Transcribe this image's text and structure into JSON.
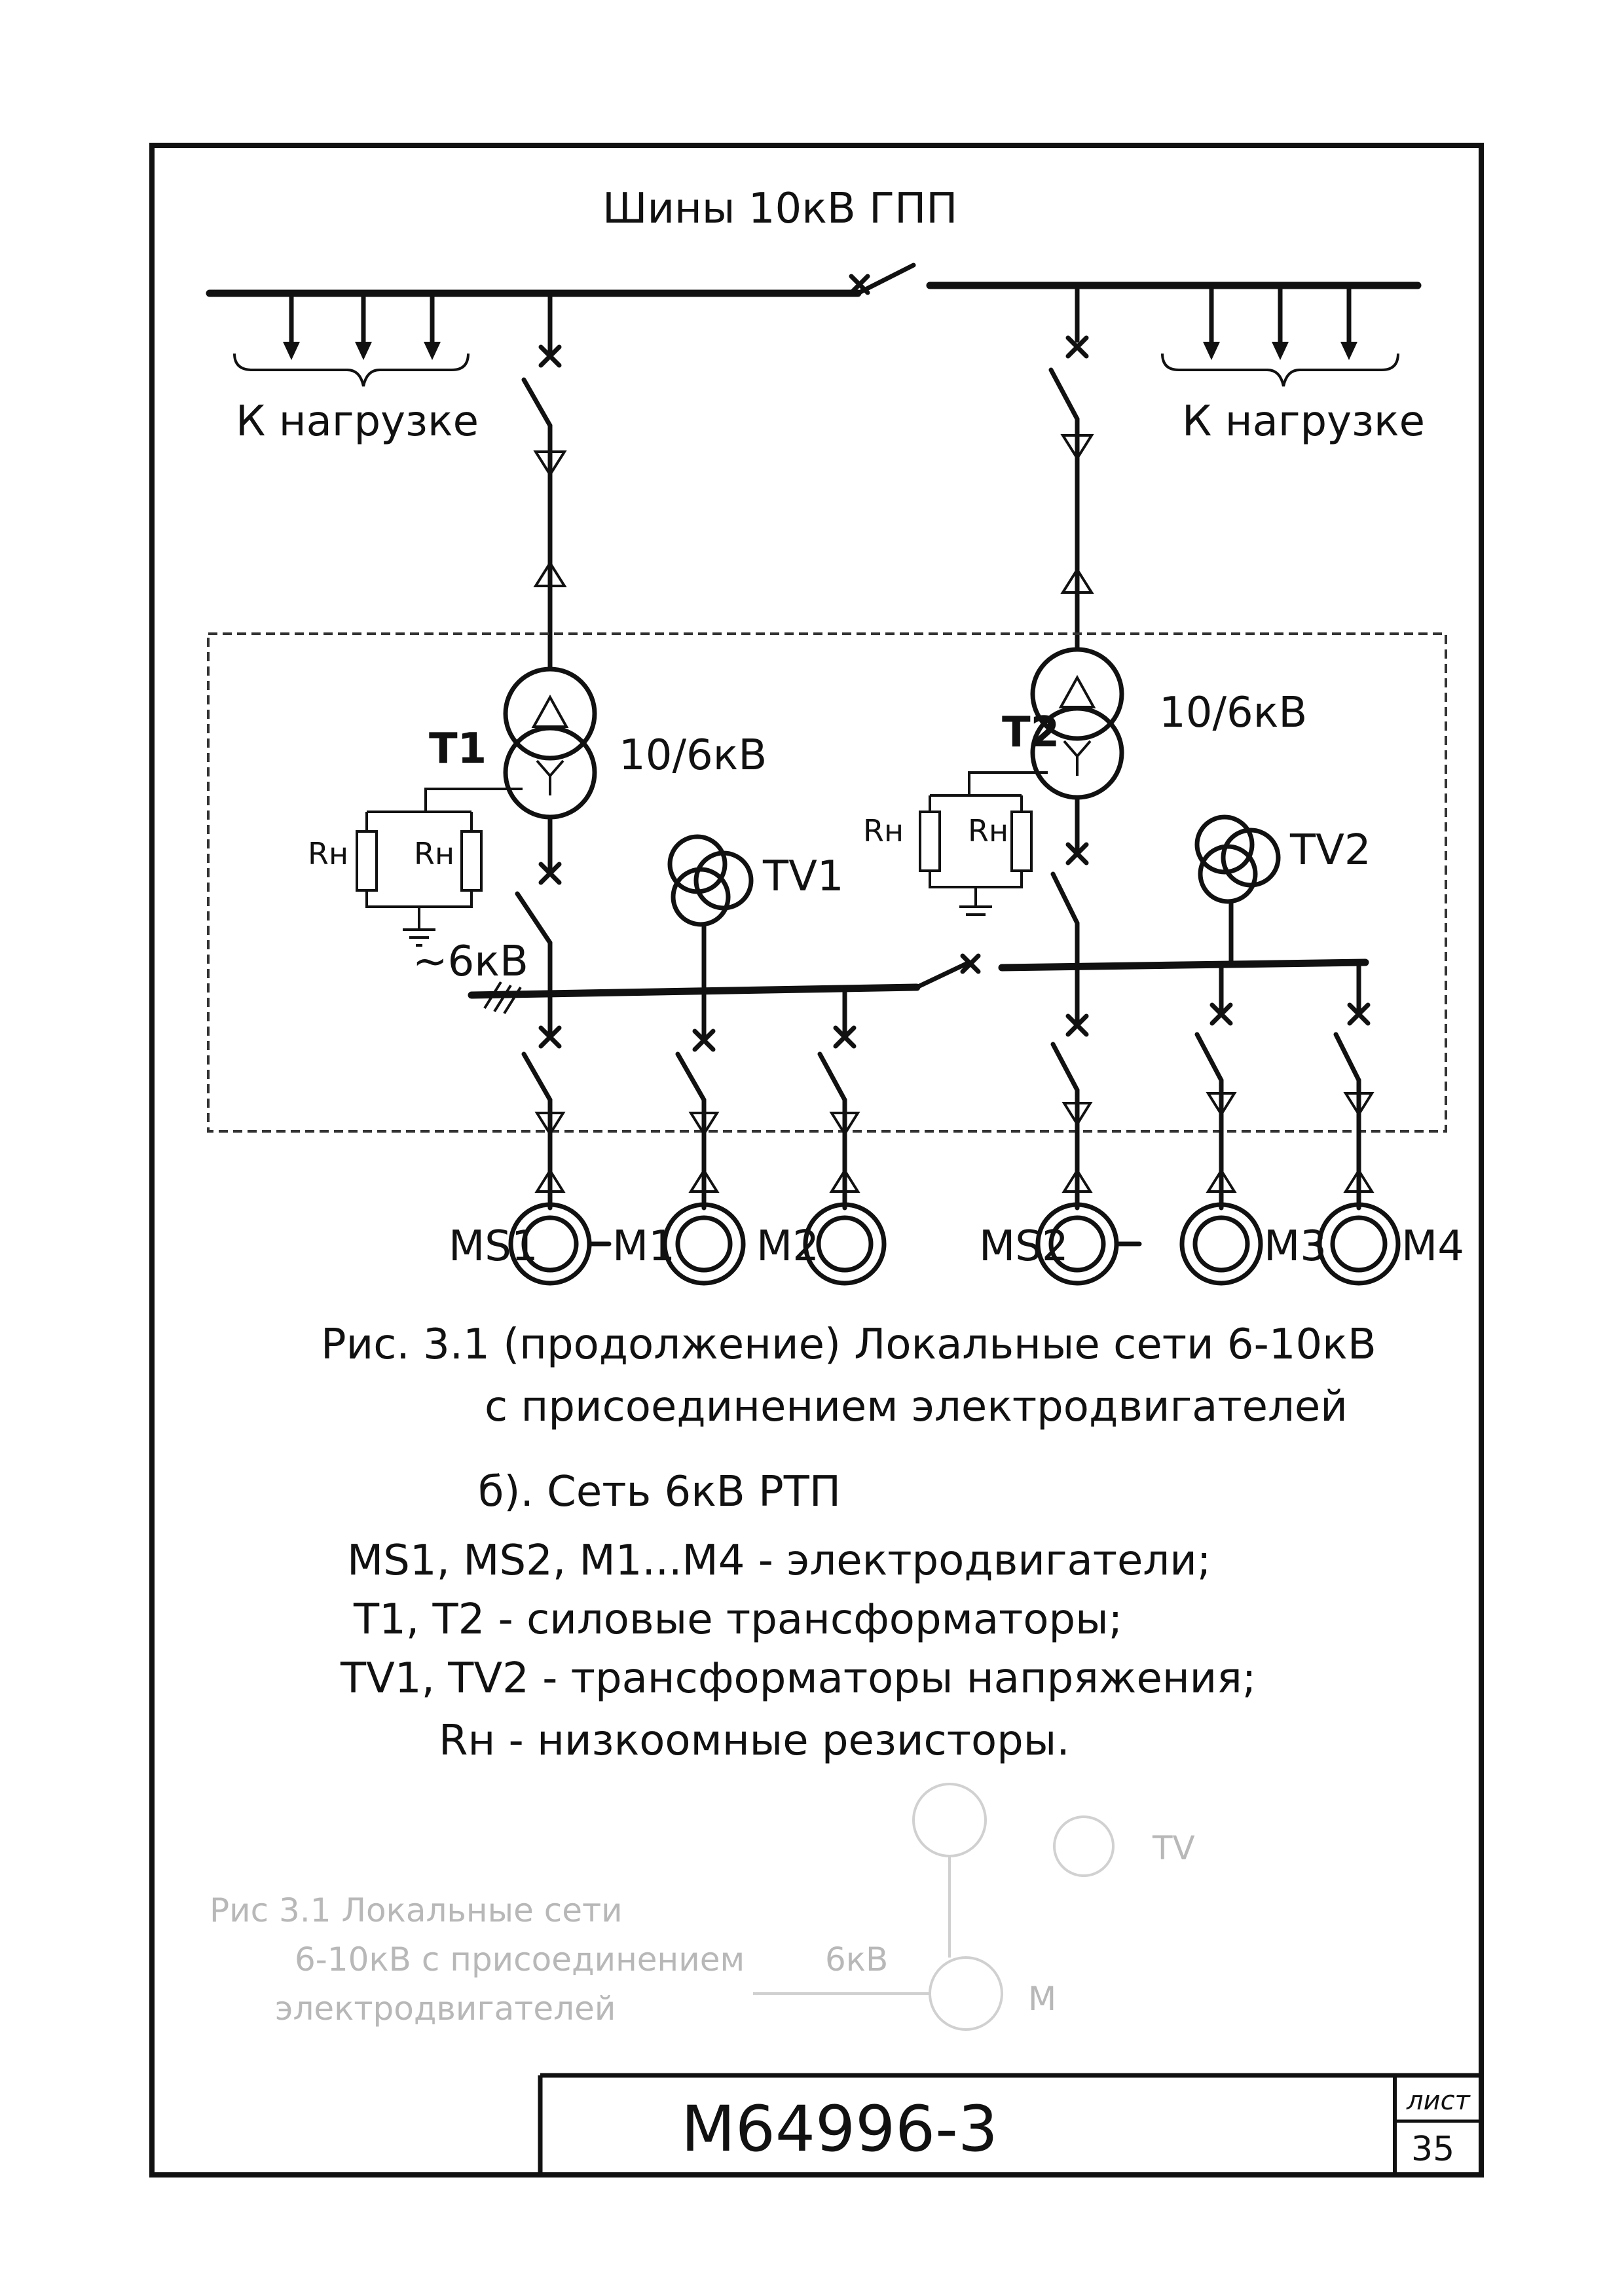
{
  "diagram": {
    "bus_title": "Шины 10кВ ГПП",
    "load_left": "К нагрузке",
    "load_right": "К нагрузке",
    "t1_label": "T1",
    "t1_ratio": "10/6кВ",
    "t2_label": "T2",
    "t2_ratio": "10/6кВ",
    "rh_outer": "Rн",
    "rh_inner": "Rн",
    "tv1_label": "TV1",
    "tv2_label": "TV2",
    "bus6_label": "~6кВ",
    "motors": [
      "MS1",
      "M1",
      "M2",
      "MS2",
      "M3",
      "M4"
    ],
    "stamp_tv": "TV",
    "stamp_m": "M",
    "stamp_cap1": "Рис 3.1 Локальные сети",
    "stamp_cap2": "6-10кВ с присоединением",
    "stamp_cap3": "электродвигателей",
    "stamp_6kv": "6кВ"
  },
  "caption": {
    "line1": "Рис. 3.1 (продолжение) Локальные сети 6-10кВ",
    "line2": "с присоединением электродвигателей",
    "line3": "б). Сеть 6кВ РТП",
    "legend": [
      "MS1, MS2, M1...M4 - электродвигатели;",
      "T1, T2 - силовые трансформаторы;",
      "TV1, TV2 - трансформаторы напряжения;",
      "Rн - низкоомные резисторы."
    ]
  },
  "stamp": {
    "doc_number": "M64996-3",
    "sheet_label": "лист",
    "page": "35"
  }
}
